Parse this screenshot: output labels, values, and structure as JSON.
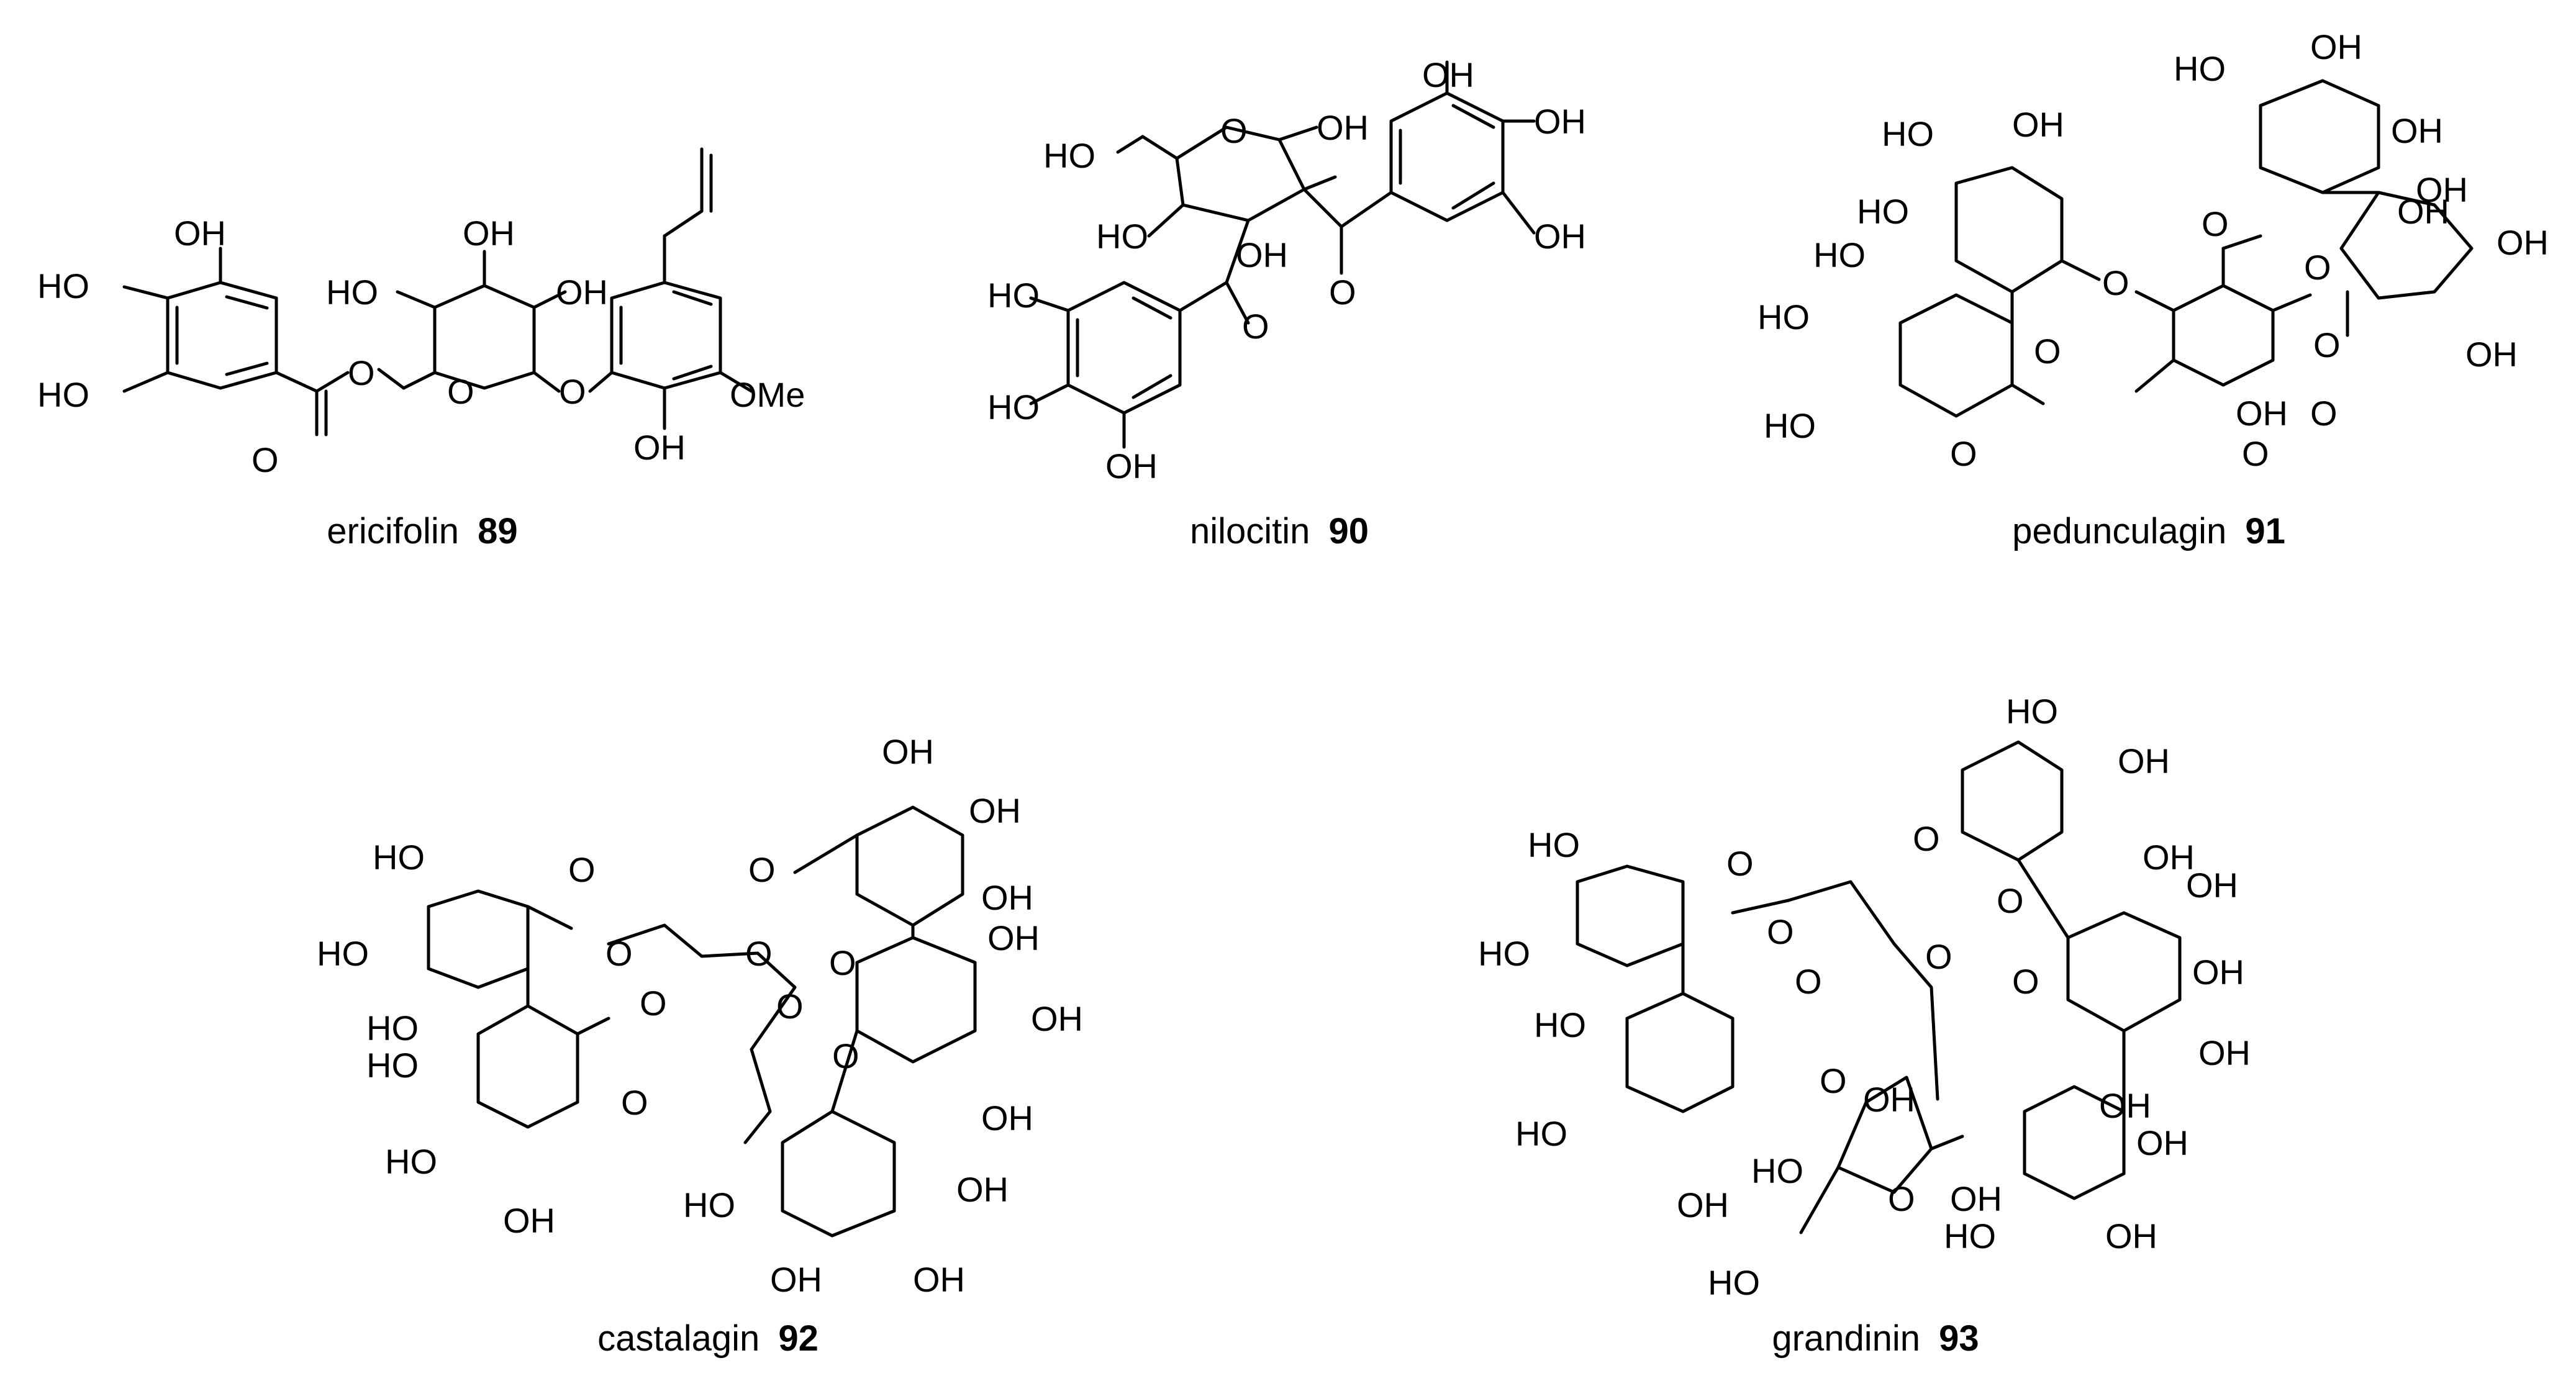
{
  "compounds": [
    {
      "name": "ericifolin",
      "number": "89",
      "labels": [
        "OH",
        "HO",
        "HO",
        "OH",
        "HO",
        "OH",
        "OMe",
        "OH",
        "O",
        "O",
        "O",
        "O"
      ]
    },
    {
      "name": "nilocitin",
      "number": "90",
      "labels": [
        "OH",
        "OH",
        "OH",
        "OH",
        "HO",
        "O",
        "HO",
        "OH",
        "O",
        "HO",
        "HO",
        "OH",
        "O"
      ]
    },
    {
      "name": "pedunculagin",
      "number": "91",
      "labels": [
        "HO",
        "OH",
        "HO",
        "OH",
        "HO",
        "OH",
        "OH",
        "OH",
        "HO",
        "OH",
        "HO",
        "OH",
        "HO",
        "O",
        "O",
        "O",
        "O",
        "O",
        "O",
        "O",
        "OH",
        "O"
      ]
    },
    {
      "name": "castalagin",
      "number": "92",
      "labels": [
        "OH",
        "OH",
        "OH",
        "HO",
        "HO",
        "HO",
        "OH",
        "OH",
        "HO",
        "OH",
        "OH",
        "OH",
        "OH",
        "OH",
        "HO",
        "HO",
        "O",
        "O",
        "O",
        "O",
        "O",
        "O",
        "O",
        "O",
        "O"
      ]
    },
    {
      "name": "grandinin",
      "number": "93",
      "labels": [
        "HO",
        "OH",
        "OH",
        "OH",
        "HO",
        "HO",
        "OH",
        "HO",
        "OH",
        "OH",
        "OH",
        "HO",
        "OH",
        "HO",
        "OH",
        "OH",
        "HO",
        "OH",
        "HO",
        "O",
        "O",
        "O",
        "O",
        "O",
        "O",
        "O",
        "O",
        "O"
      ]
    }
  ]
}
